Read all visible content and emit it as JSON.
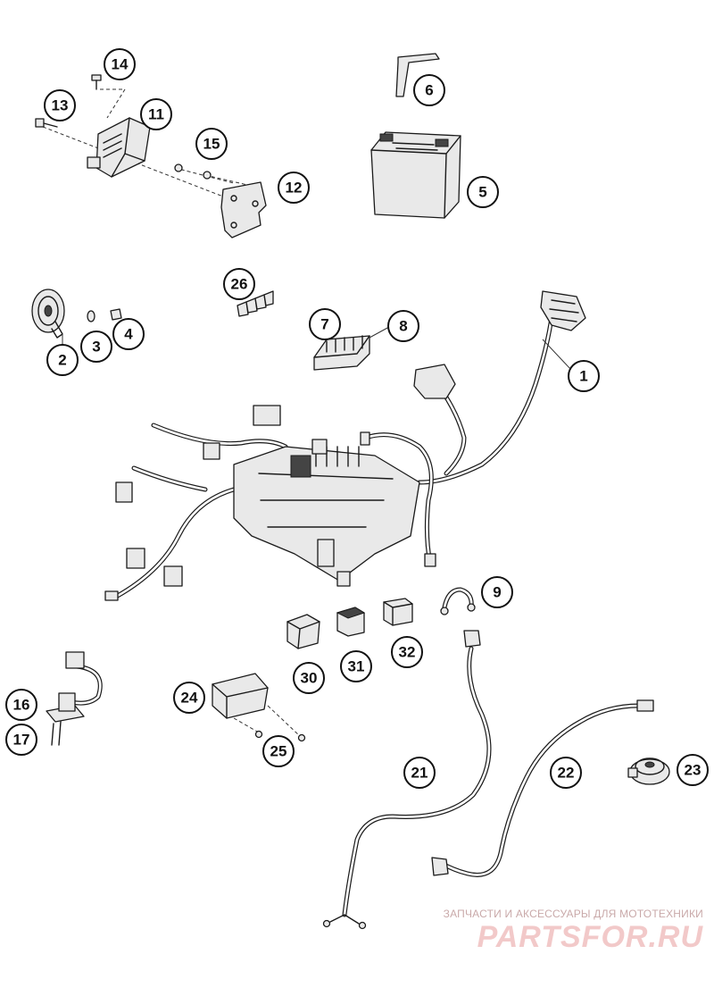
{
  "callouts": [
    "1",
    "2",
    "3",
    "4",
    "5",
    "6",
    "7",
    "8",
    "9",
    "11",
    "12",
    "13",
    "14",
    "15",
    "16",
    "17",
    "21",
    "22",
    "23",
    "24",
    "25",
    "26",
    "30",
    "31",
    "32"
  ],
  "watermark": {
    "tagline": "ЗАПЧАСТИ И АКСЕССУАРЫ ДЛЯ МОТОТЕХНИКИ",
    "logo": "PARTSFOR.RU"
  }
}
